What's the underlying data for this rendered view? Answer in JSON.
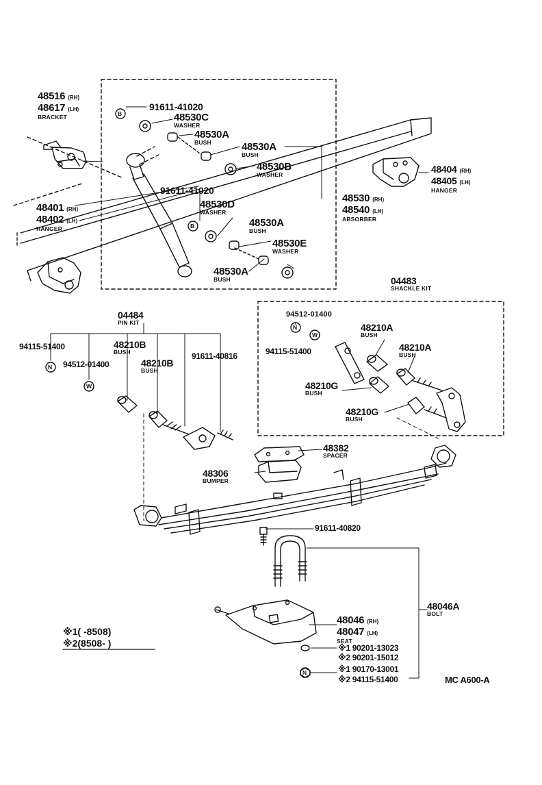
{
  "diagram": {
    "labels": {
      "bracket_rh": "48516",
      "bracket_rh_side": "(RH)",
      "bracket_lh": "48617",
      "bracket_lh_side": "(LH)",
      "bracket_desc": "BRACKET",
      "bolt_top": "91611-41020",
      "washer_c": "48530C",
      "washer_c_desc": "WASHER",
      "bush_a1": "48530A",
      "bush_a1_desc": "BUSH",
      "bush_a2": "48530A",
      "bush_a2_desc": "BUSH",
      "washer_b": "48530B",
      "washer_b_desc": "WASHER",
      "bolt_mid": "91611-41020",
      "washer_d": "48530D",
      "washer_d_desc": "WASHER",
      "bush_a3": "48530A",
      "bush_a3_desc": "BUSH",
      "washer_e": "48530E",
      "washer_e_desc": "WASHER",
      "bush_a4": "48530A",
      "bush_a4_desc": "BUSH",
      "hanger_front_rh": "48401",
      "hanger_front_rh_side": "(RH)",
      "hanger_front_lh": "48402",
      "hanger_front_lh_side": "(LH)",
      "hanger_front_desc": "HANGER",
      "hanger_rear_rh": "48404",
      "hanger_rear_rh_side": "(RH)",
      "hanger_rear_lh": "48405",
      "hanger_rear_lh_side": "(LH)",
      "hanger_rear_desc": "HANGER",
      "absorber_rh": "48530",
      "absorber_rh_side": "(RH)",
      "absorber_lh": "48540",
      "absorber_lh_side": "(LH)",
      "absorber_desc": "ABSORBER",
      "shackle_kit": "04483",
      "shackle_kit_desc": "SHACKLE KIT",
      "shackle_washer": "94512-01400",
      "shackle_nut": "94115-51400",
      "shackle_bush_a1": "48210A",
      "shackle_bush_a1_desc": "BUSH",
      "shackle_bush_a2": "48210A",
      "shackle_bush_a2_desc": "BUSH",
      "shackle_bush_g1": "48210G",
      "shackle_bush_g1_desc": "BUSH",
      "shackle_bush_g2": "48210G",
      "shackle_bush_g2_desc": "BUSH",
      "pin_kit": "04484",
      "pin_kit_desc": "PIN KIT",
      "pin_nut": "94115-51400",
      "pin_washer": "94512-01400",
      "pin_bush_b1": "48210B",
      "pin_bush_b1_desc": "BUSH",
      "pin_bush_b2": "48210B",
      "pin_bush_b2_desc": "BUSH",
      "pin_bolt": "91611-40816",
      "spacer": "48382",
      "spacer_desc": "SPACER",
      "bumper": "48306",
      "bumper_desc": "BUMPER",
      "center_bolt": "91611-40820",
      "u_bolt": "48046A",
      "u_bolt_desc": "BOLT",
      "seat_rh": "48046",
      "seat_rh_side": "(RH)",
      "seat_lh": "48047",
      "seat_lh_side": "(LH)",
      "seat_desc": "SEAT",
      "washer_1": "※1 90201-13023",
      "washer_2": "※2 90201-15012",
      "nut_1": "※1 90170-13001",
      "nut_2": "※2 94115-51400",
      "note_1": "※1(     -8508)",
      "note_2": "※2(8508-     )",
      "diagram_code": "MC A600-A",
      "symbol_bolt": "B",
      "symbol_nut": "N",
      "symbol_washer": "W"
    }
  }
}
